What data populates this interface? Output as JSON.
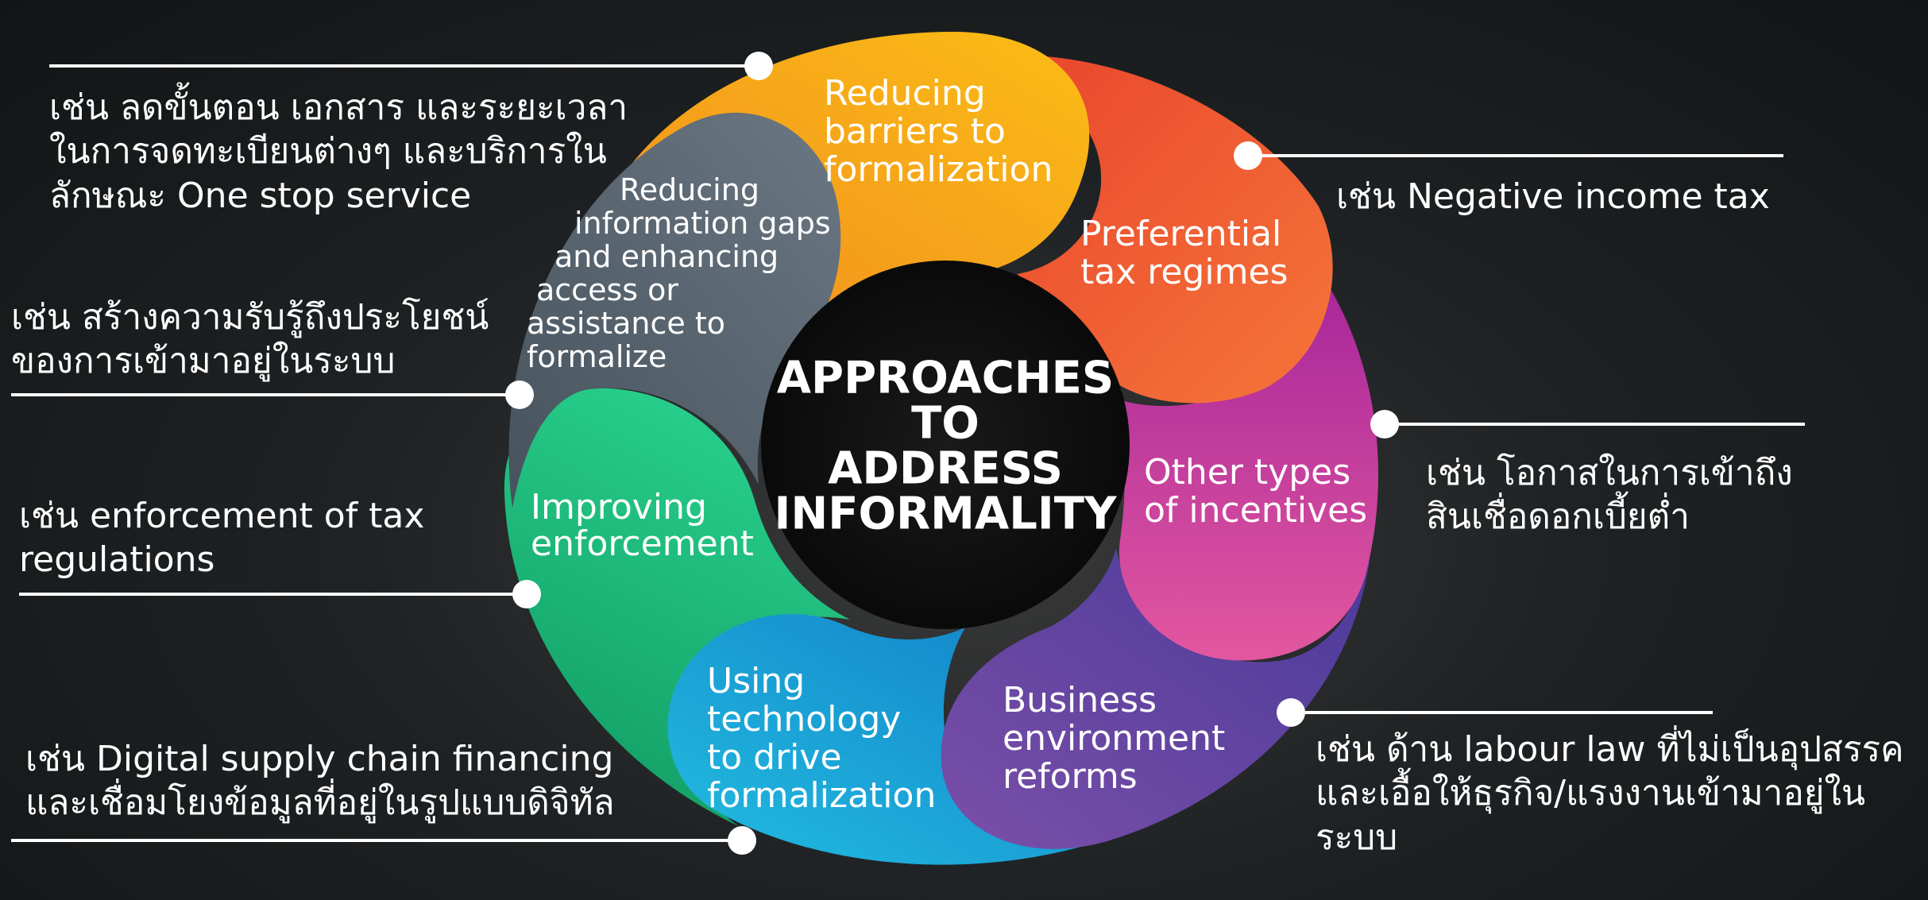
{
  "title_lines": [
    "APPROACHES",
    "TO",
    "ADDRESS",
    "INFORMALITY"
  ],
  "segments": [
    {
      "id": "reducing-barriers",
      "color": "#f7a11a",
      "lines": [
        "Reducing",
        "barriers to",
        "formalization"
      ]
    },
    {
      "id": "preferential-tax",
      "color": "#ee5a2f",
      "lines": [
        "Preferential",
        "tax regimes"
      ]
    },
    {
      "id": "other-incentives",
      "color": "#b9278f",
      "lines": [
        "Other types",
        "of incentives"
      ]
    },
    {
      "id": "business-environment",
      "color": "#5a3c97",
      "lines": [
        "Business",
        "environment",
        "reforms"
      ]
    },
    {
      "id": "using-technology",
      "color": "#1592d0",
      "lines": [
        "Using",
        "technology",
        "to drive",
        "formalization"
      ]
    },
    {
      "id": "improving-enforcement",
      "color": "#15a26e",
      "lines": [
        "Improving",
        "enforcement"
      ]
    },
    {
      "id": "reducing-information-gaps",
      "color": "#556570",
      "lines": [
        "Reducing",
        "information gaps",
        "and enhancing",
        "access or",
        "assistance to",
        "formalize"
      ]
    }
  ],
  "annotations": [
    {
      "id": "one-stop",
      "lines": [
        "เช่น ลดขั้นตอน เอกสาร และระยะเวลา",
        "ในการจดทะเบียนต่างๆ และบริการใน",
        "ลักษณะ One stop service"
      ]
    },
    {
      "id": "awareness",
      "lines": [
        "เช่น สร้างความรับรู้ถึงประโยชน์",
        "ของการเข้ามาอยู่ในระบบ"
      ]
    },
    {
      "id": "tax-enforcement",
      "lines": [
        "เช่น enforcement of tax",
        "regulations"
      ]
    },
    {
      "id": "digital-supply-chain",
      "lines": [
        "เช่น Digital supply chain financing",
        "และเชื่อมโยงข้อมูลที่อยู่ในรูปแบบดิจิทัล"
      ]
    },
    {
      "id": "negative-income-tax",
      "lines": [
        "เช่น Negative income tax"
      ]
    },
    {
      "id": "low-interest-credit",
      "lines": [
        "เช่น โอกาสในการเข้าถึง",
        "สินเชื่อดอกเบี้ยต่ำ"
      ]
    },
    {
      "id": "labour-law",
      "lines": [
        "เช่น ด้าน labour law ที่ไม่เป็นอุปสรรค",
        "และเอื้อให้ธุรกิจ/แรงงานเข้ามาอยู่ในระบบ"
      ]
    }
  ]
}
